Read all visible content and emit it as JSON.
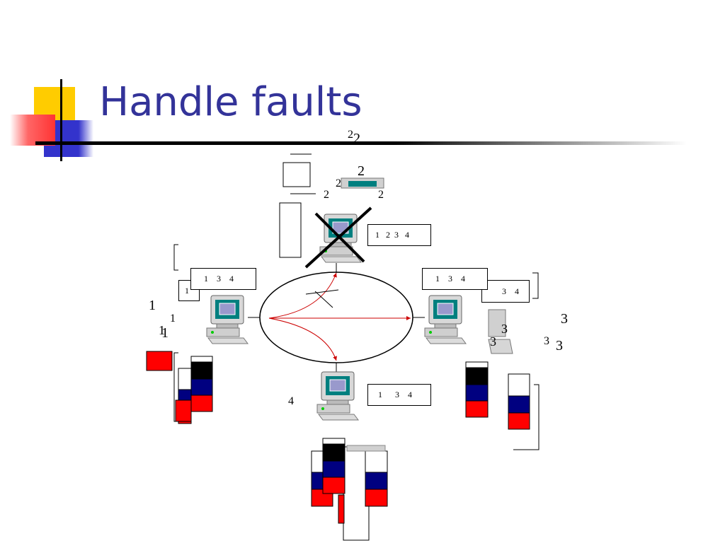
{
  "slide": {
    "title": "Handle faults"
  },
  "routing_tables": {
    "top": "1   2  3   4",
    "left": "1    3    4",
    "right": "1    3    4",
    "right_partial": "3    4",
    "left_partial": "1",
    "bottom": "1      3    4"
  },
  "node_labels": {
    "top_a": "2",
    "top_b": "2",
    "top_c": "2",
    "top_d": "2",
    "top_e": "2",
    "top_f": "2",
    "left_a": "1",
    "left_b": "1",
    "left_c": "1",
    "left_d": "1",
    "right_a": "3",
    "right_b": "3",
    "right_c": "3",
    "right_d": "3",
    "right_e": "3",
    "bottom": "4"
  },
  "colors": {
    "title": "#333399",
    "stack_black": "#000000",
    "stack_blue": "#000080",
    "stack_red": "#ff0000",
    "arrow": "#cc0000"
  }
}
